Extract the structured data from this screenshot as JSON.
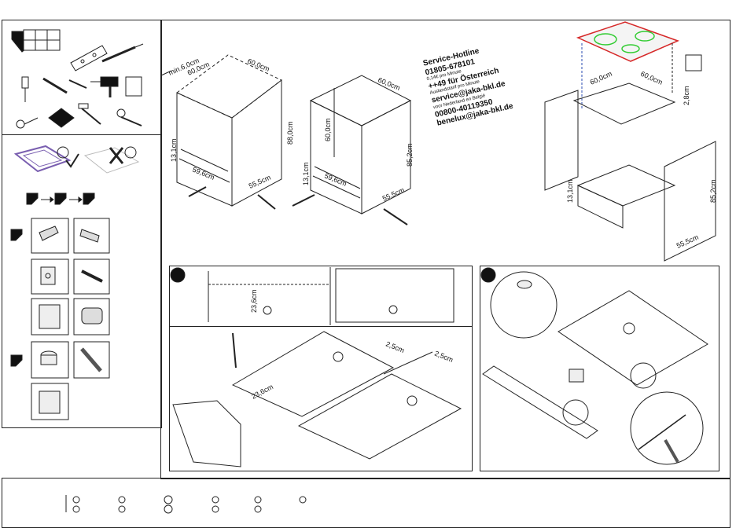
{
  "service": {
    "title": "Service-Hotline",
    "phone_de": "01805-678101",
    "price_de": "0,14€ pro Minute",
    "phone_at": "++49 für Österreich",
    "note_at": "Auslandstarif pro Minute",
    "email_service": "service@jaka-bkl.de",
    "note_nl": "voor Nederland en België",
    "phone_benelux": "00800-40119350",
    "email_benelux": "benelux@jaka-bkl.de"
  },
  "dims_cabinet_a": {
    "min_gap": "min.6,0cm",
    "width_top": "60,0cm",
    "depth_top": "60,0cm",
    "height": "88,0cm",
    "bottom_h": "13,1cm",
    "inner_w": "59,6cm",
    "inner_d": "55,5cm"
  },
  "dims_cabinet_b": {
    "height_inner": "60,0cm",
    "depth_top": "60,0cm",
    "height": "85,2cm",
    "bottom_h": "13,1cm",
    "inner_w": "59,6cm",
    "inner_d": "55,5cm"
  },
  "dims_cabinet_c": {
    "w": "60,0cm",
    "d": "60,0cm",
    "gap": "2,8cm",
    "bottom_h": "13,1cm",
    "height": "85,2cm",
    "depth": "55,5cm"
  },
  "step1": {
    "depth_label": "23,6cm"
  },
  "step2": {
    "offset_a": "2,5cm",
    "offset_b": "2,5cm",
    "depth_label": "23,6cm"
  },
  "colors": {
    "line": "#222222",
    "hob_red": "#d62828",
    "hob_green": "#33cc33",
    "ok_mark": "#7a5fb0"
  }
}
